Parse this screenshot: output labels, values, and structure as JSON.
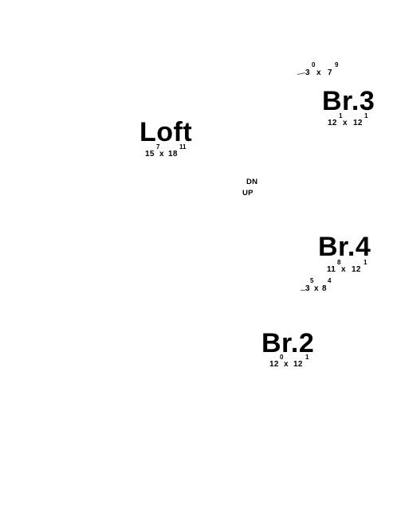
{
  "rooms": {
    "loft": {
      "name": "Loft",
      "dim_a": "15",
      "dim_a_inches": "7",
      "times": "x",
      "dim_b": "18",
      "dim_b_inches": "11"
    },
    "br3": {
      "name": "Br.3",
      "dim_a": "12",
      "dim_a_inches": "1",
      "times": "x",
      "dim_b": "12",
      "dim_b_inches": "1"
    },
    "br4": {
      "name": "Br.4",
      "dim_a": "11",
      "dim_a_inches": "8",
      "times": "x",
      "dim_b": "12",
      "dim_b_inches": "1"
    },
    "br2": {
      "name": "Br.2",
      "dim_a": "12",
      "dim_a_inches": "0",
      "times": "x",
      "dim_b": "12",
      "dim_b_inches": "1"
    }
  },
  "closets": {
    "upper": {
      "dim_a": "3",
      "dim_a_inches": "0",
      "times": "x",
      "dim_b": "7",
      "dim_b_inches": "9"
    },
    "lower": {
      "dim_a": "3",
      "dim_a_inches": "5",
      "times": "x",
      "dim_b": "8",
      "dim_b_inches": "4"
    }
  },
  "stairs": {
    "down_label": "DN",
    "up_label": "UP"
  }
}
